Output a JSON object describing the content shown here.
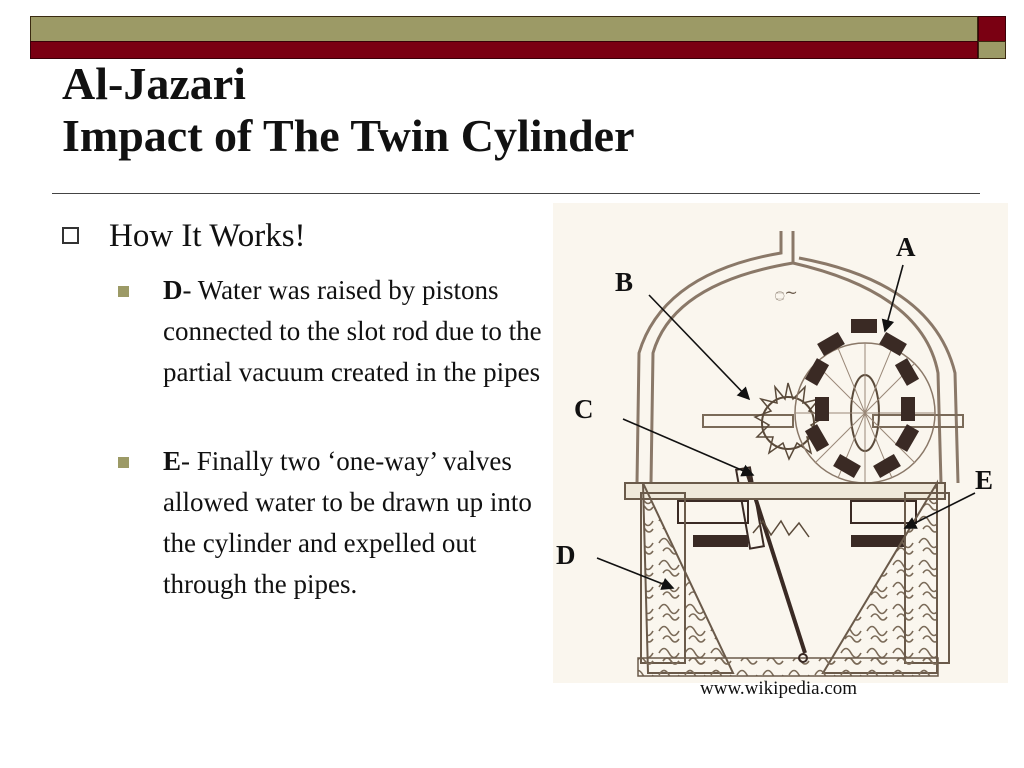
{
  "slide": {
    "title_line1": "Al-Jazari",
    "title_line2": "Impact of The Twin Cylinder"
  },
  "bullets": {
    "main": "How It Works!",
    "d_letter": "D",
    "d_text": "- Water was raised by pistons connected to the slot rod due to the partial vacuum created in the pipes",
    "e_letter": "E",
    "e_text": "- Finally two ‘one-way’ valves allowed water to be drawn up into the cylinder and expelled out through the pipes."
  },
  "figure": {
    "labels": {
      "a": "A",
      "b": "B",
      "c": "C",
      "d": "D",
      "e": "E"
    },
    "credit": "www.wikipedia.com"
  },
  "colors": {
    "olive": "#9c9a66",
    "maroon": "#7a0012"
  }
}
